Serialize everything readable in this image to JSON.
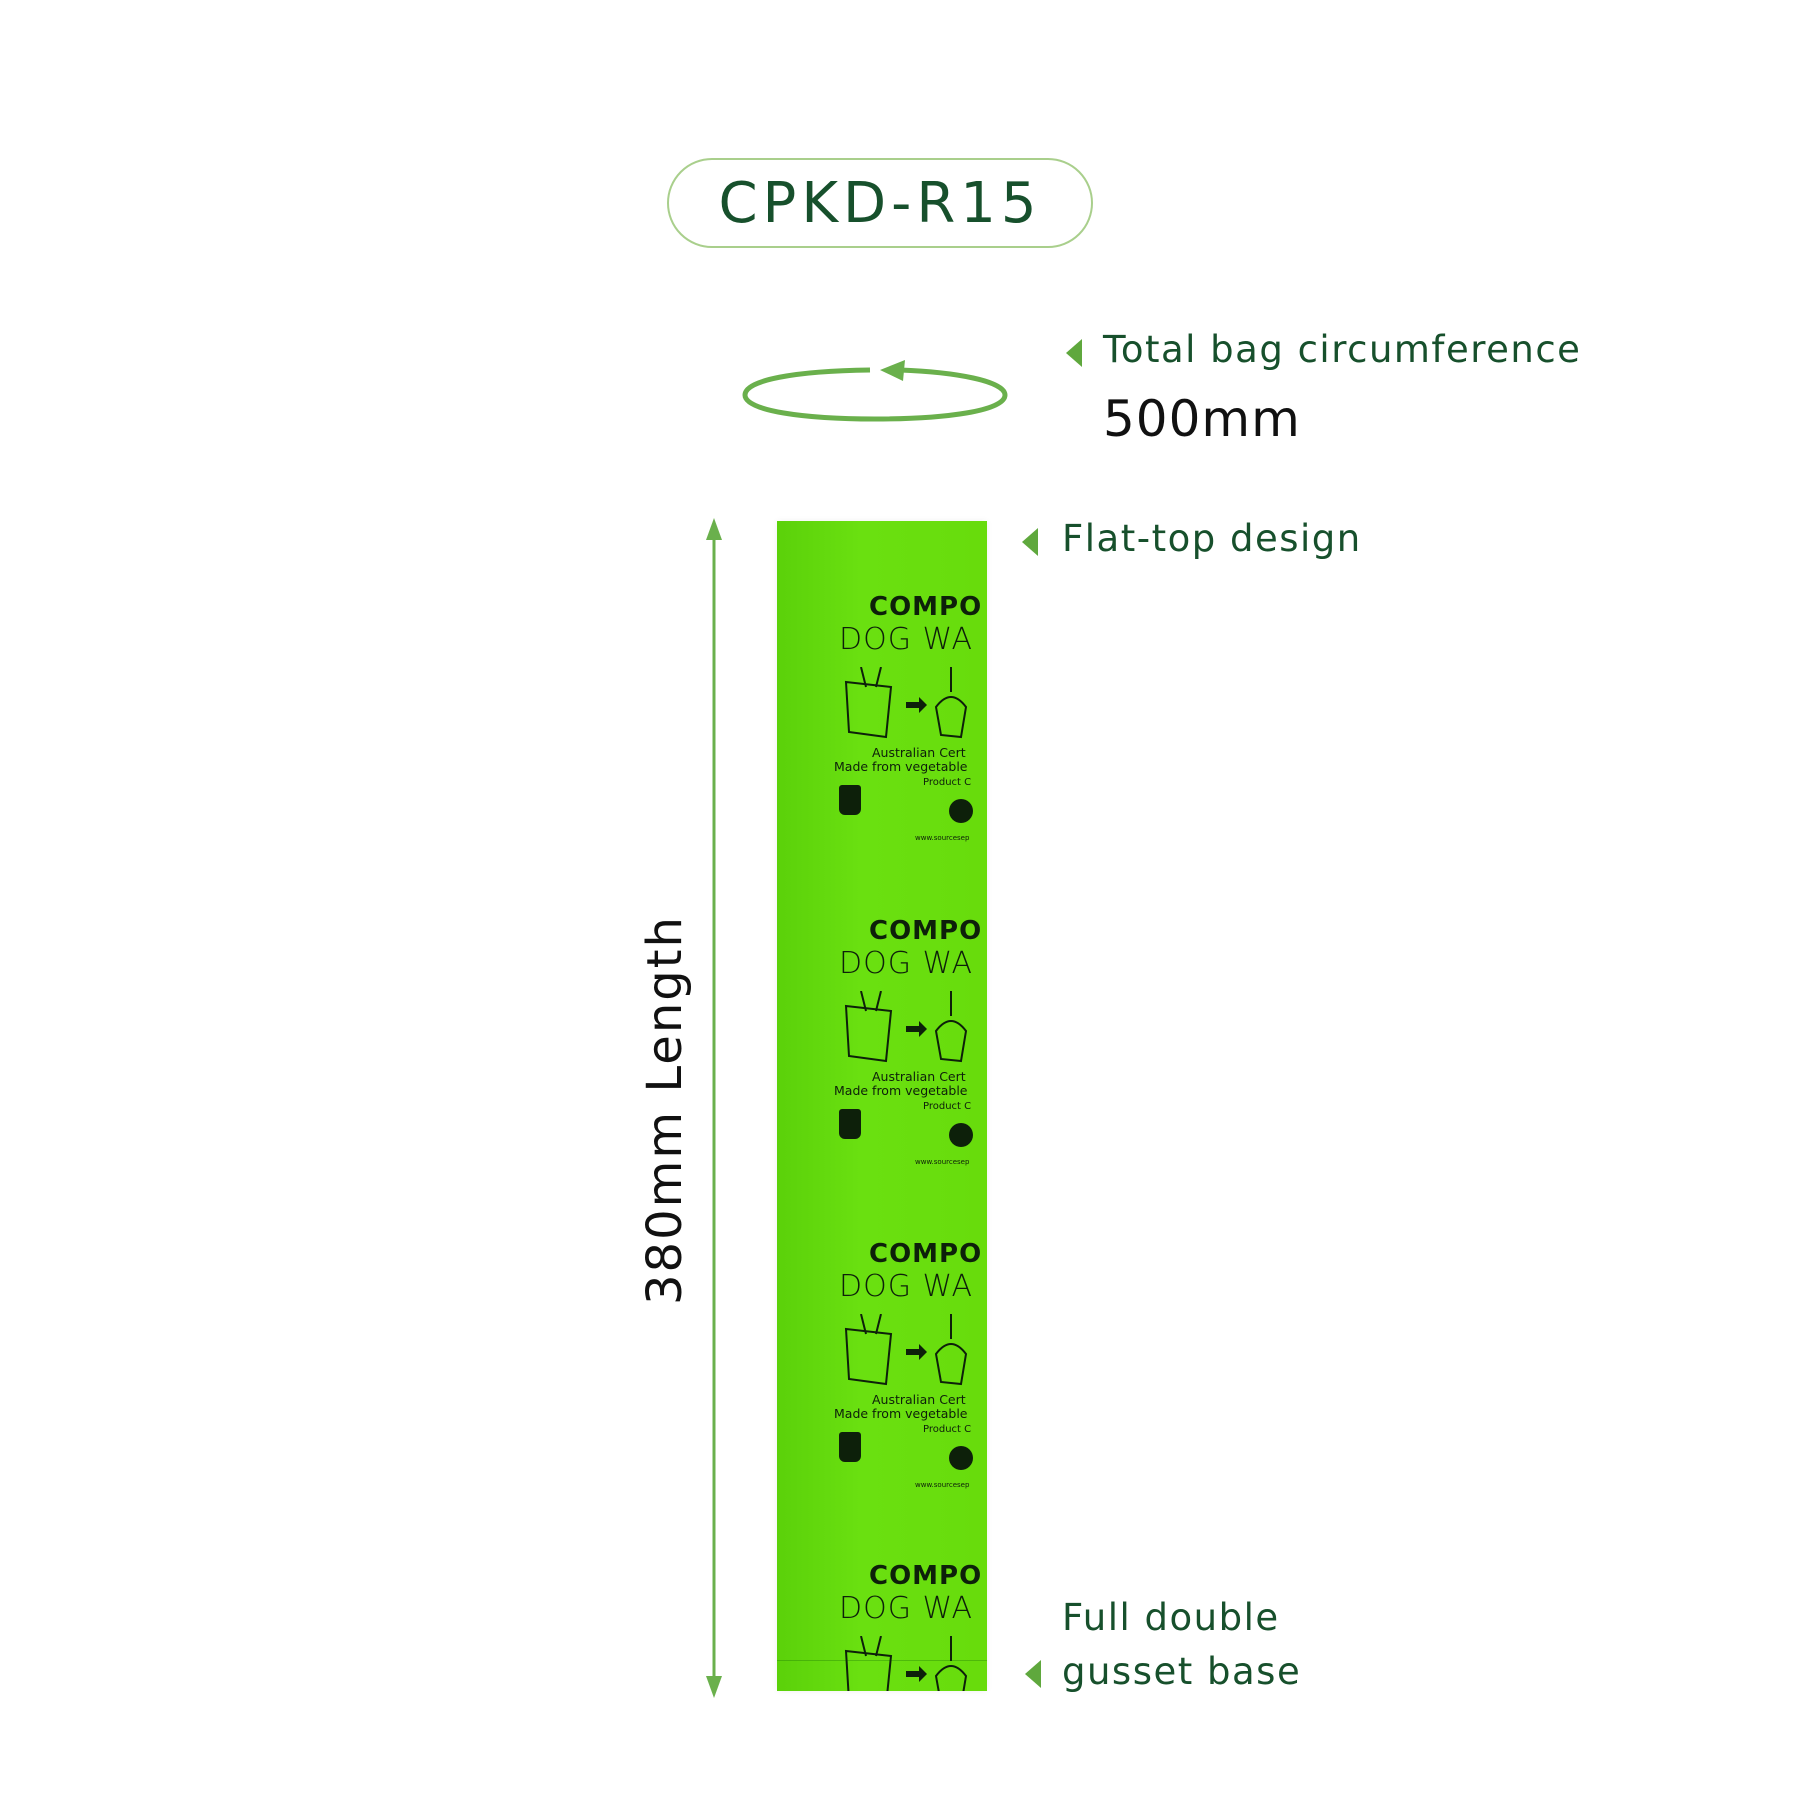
{
  "product_code": "CPKD-R15",
  "callouts": {
    "circumference_label": "Total bag circumference",
    "circumference_value": "500mm",
    "top_label": "Flat-top design",
    "base_label_line1": "Full double",
    "base_label_line2": "gusset base",
    "length_label": "380mm Length"
  },
  "bag_print": {
    "brand": "COMPO",
    "subtitle": "DOG WA",
    "line1": "Australian Cert",
    "line2": "Made from vegetable",
    "line3": "Product C",
    "url": "www.sourcesep"
  },
  "colors": {
    "accent_green": "#5fa83d",
    "text_dark_green": "#17502c",
    "bag_green": "#66dc0c"
  }
}
